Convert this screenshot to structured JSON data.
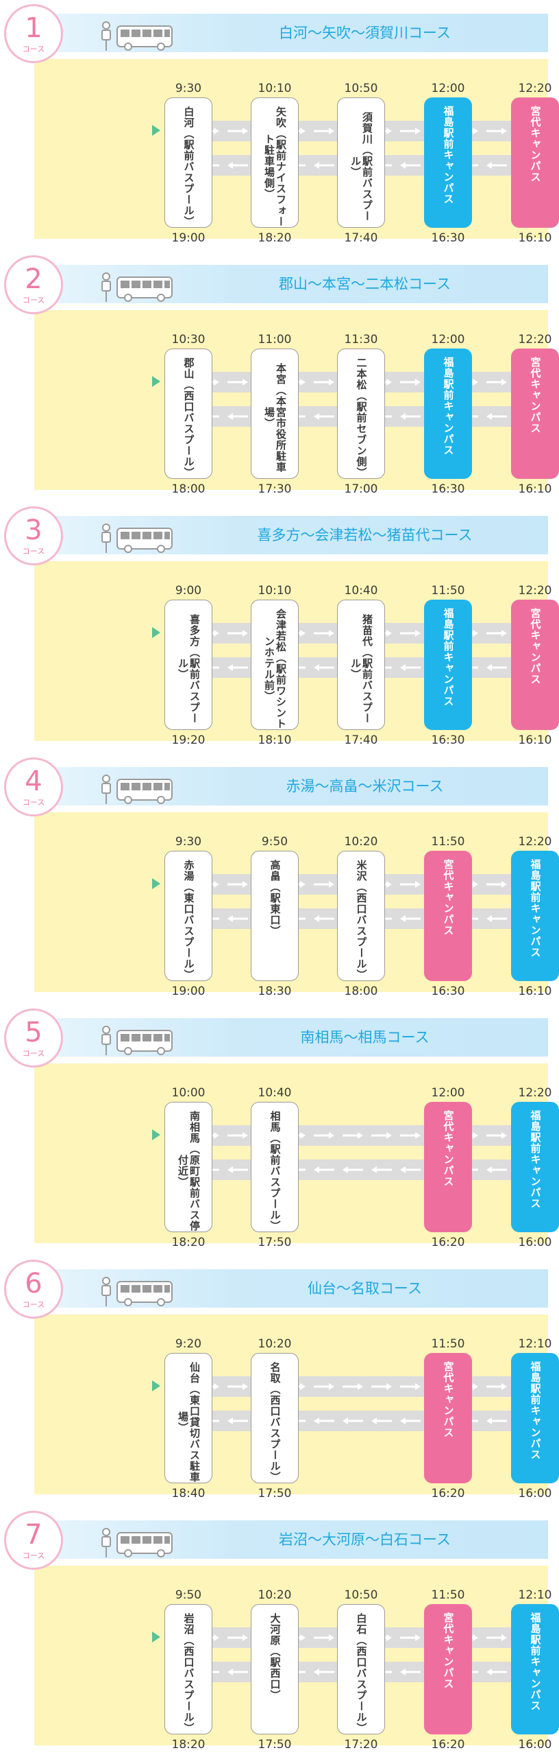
{
  "colors": {
    "blue": "#1fb5ea",
    "pink": "#ee6f9e",
    "panel": "#fdf5b9",
    "title": "#1fa8df",
    "badge": "#ee7ba4"
  },
  "badge_sub": "コース",
  "courses": [
    {
      "num": "1",
      "title": "白河～矢吹～須賀川コース",
      "stops": [
        {
          "name": "白河（駅前バスプール）",
          "dep": "9:30",
          "ret": "19:00",
          "color": "white"
        },
        {
          "name": "矢吹（駅前ナイスフォート駐車場側）",
          "dep": "10:10",
          "ret": "18:20",
          "color": "white"
        },
        {
          "name": "須賀川（駅前バスプール）",
          "dep": "10:50",
          "ret": "17:40",
          "color": "white"
        },
        {
          "name": "福島駅前キャンパス",
          "dep": "12:00",
          "ret": "16:30",
          "color": "blue"
        },
        {
          "name": "宮代キャンパス",
          "dep": "12:20",
          "ret": "16:10",
          "color": "pink"
        }
      ]
    },
    {
      "num": "2",
      "title": "郡山～本宮～二本松コース",
      "stops": [
        {
          "name": "郡山（西口バスプール）",
          "dep": "10:30",
          "ret": "18:00",
          "color": "white"
        },
        {
          "name": "本宮（本宮市役所駐車場）",
          "dep": "11:00",
          "ret": "17:30",
          "color": "white"
        },
        {
          "name": "二本松（駅前セブン側）",
          "dep": "11:30",
          "ret": "17:00",
          "color": "white"
        },
        {
          "name": "福島駅前キャンパス",
          "dep": "12:00",
          "ret": "16:30",
          "color": "blue"
        },
        {
          "name": "宮代キャンパス",
          "dep": "12:20",
          "ret": "16:10",
          "color": "pink"
        }
      ]
    },
    {
      "num": "3",
      "title": "喜多方～会津若松～猪苗代コース",
      "stops": [
        {
          "name": "喜多方（駅前バスプール）",
          "dep": "9:00",
          "ret": "19:20",
          "color": "white"
        },
        {
          "name": "会津若松（駅前ワシントンホテル前）",
          "dep": "10:10",
          "ret": "18:10",
          "color": "white"
        },
        {
          "name": "猪苗代（駅前バスプール）",
          "dep": "10:40",
          "ret": "17:40",
          "color": "white"
        },
        {
          "name": "福島駅前キャンパス",
          "dep": "11:50",
          "ret": "16:30",
          "color": "blue"
        },
        {
          "name": "宮代キャンパス",
          "dep": "12:20",
          "ret": "16:10",
          "color": "pink"
        }
      ]
    },
    {
      "num": "4",
      "title": "赤湯～高畠～米沢コース",
      "stops": [
        {
          "name": "赤湯（東口バスプール）",
          "dep": "9:30",
          "ret": "19:00",
          "color": "white"
        },
        {
          "name": "高畠（駅東口）",
          "dep": "9:50",
          "ret": "18:30",
          "color": "white"
        },
        {
          "name": "米沢（西口バスプール）",
          "dep": "10:20",
          "ret": "18:00",
          "color": "white"
        },
        {
          "name": "宮代キャンパス",
          "dep": "11:50",
          "ret": "16:30",
          "color": "pink"
        },
        {
          "name": "福島駅前キャンパス",
          "dep": "12:20",
          "ret": "16:10",
          "color": "blue"
        }
      ]
    },
    {
      "num": "5",
      "title": "南相馬～相馬コース",
      "stops": [
        {
          "name": "南相馬（原町駅前バス停付近）",
          "dep": "10:00",
          "ret": "18:20",
          "color": "white"
        },
        {
          "name": "相馬（駅前バスプール）",
          "dep": "10:40",
          "ret": "17:50",
          "color": "white"
        },
        null,
        {
          "name": "宮代キャンパス",
          "dep": "12:00",
          "ret": "16:20",
          "color": "pink"
        },
        {
          "name": "福島駅前キャンパス",
          "dep": "12:20",
          "ret": "16:00",
          "color": "blue"
        }
      ]
    },
    {
      "num": "6",
      "title": "仙台～名取コース",
      "stops": [
        {
          "name": "仙台（東口貸切バス駐車場）",
          "dep": "9:20",
          "ret": "18:40",
          "color": "white"
        },
        {
          "name": "名取（西口バスプール）",
          "dep": "10:20",
          "ret": "17:50",
          "color": "white"
        },
        null,
        {
          "name": "宮代キャンパス",
          "dep": "11:50",
          "ret": "16:20",
          "color": "pink"
        },
        {
          "name": "福島駅前キャンパス",
          "dep": "12:10",
          "ret": "16:00",
          "color": "blue"
        }
      ]
    },
    {
      "num": "7",
      "title": "岩沼～大河原～白石コース",
      "stops": [
        {
          "name": "岩沼（西口バスプール）",
          "dep": "9:50",
          "ret": "18:20",
          "color": "white"
        },
        {
          "name": "大河原（駅西口）",
          "dep": "10:20",
          "ret": "17:50",
          "color": "white"
        },
        {
          "name": "白石（西口バスプール）",
          "dep": "10:50",
          "ret": "17:20",
          "color": "white"
        },
        {
          "name": "宮代キャンパス",
          "dep": "11:50",
          "ret": "16:20",
          "color": "pink"
        },
        {
          "name": "福島駅前キャンパス",
          "dep": "12:10",
          "ret": "16:00",
          "color": "blue"
        }
      ]
    }
  ]
}
